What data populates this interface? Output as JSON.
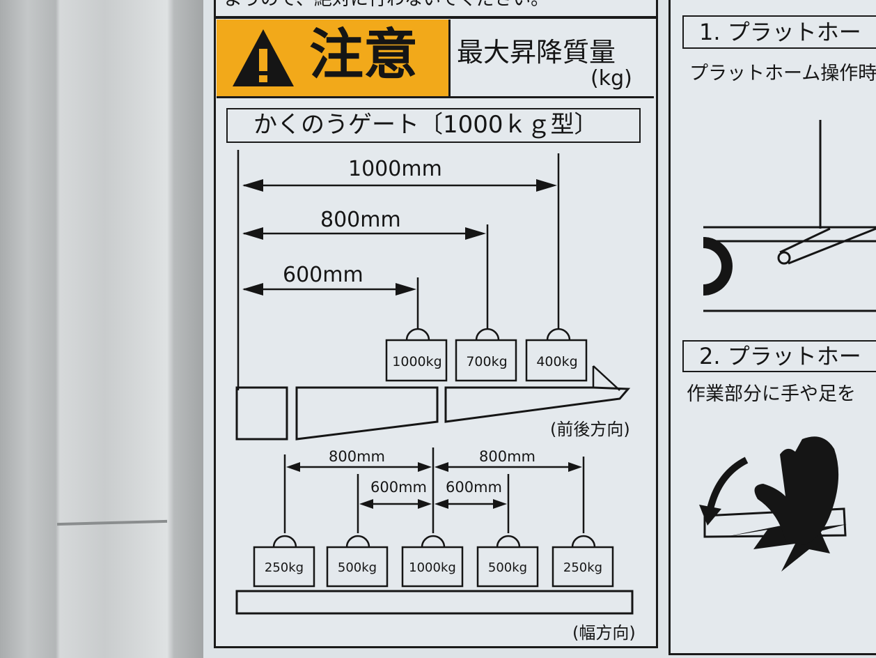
{
  "header": {
    "top_text": "ようので、絶対に行わないでください。",
    "caution": "注意",
    "capacity_title": "最大昇降質量",
    "capacity_unit": "(kg)"
  },
  "gate_title": "かくのうゲート〔1000ｋｇ型〕",
  "front_back": {
    "distances": [
      "1000mm",
      "800mm",
      "600mm"
    ],
    "weights": [
      "1000kg",
      "700kg",
      "400kg"
    ],
    "direction": "(前後方向)"
  },
  "width": {
    "spans": [
      "800mm",
      "800mm",
      "600mm",
      "600mm"
    ],
    "weights": [
      "250kg",
      "500kg",
      "1000kg",
      "500kg",
      "250kg"
    ],
    "direction": "(幅方向)"
  },
  "right_panel": {
    "step1_title": "1. プラットホー",
    "step1_text": "プラットホーム操作時",
    "step2_title": "2. プラットホー",
    "step2_text": "作業部分に手や足を"
  },
  "colors": {
    "caution_bg": "#f2a91a",
    "ink": "#151515",
    "sticker_bg": "#e4e9ed"
  }
}
